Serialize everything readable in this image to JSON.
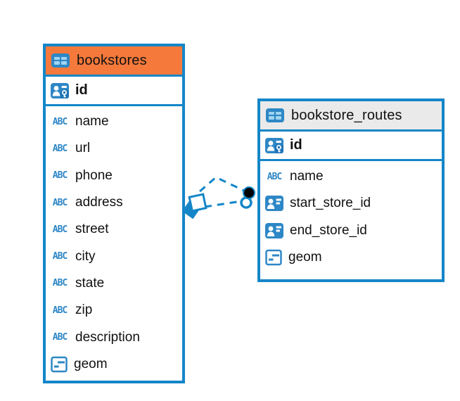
{
  "colors": {
    "accent_blue": "#1486c8",
    "icon_blue": "#2e87c6",
    "bookstores_header": "#f5793b",
    "routes_header": "#eaeaea",
    "relationship_line": "#1486c8",
    "text": "#111111"
  },
  "icons": {
    "text_glyph": "ABC"
  },
  "tables": [
    {
      "name": "bookstores",
      "pk": {
        "name": "id",
        "type": "primary-key"
      },
      "columns": [
        {
          "name": "name",
          "type": "text"
        },
        {
          "name": "url",
          "type": "text"
        },
        {
          "name": "phone",
          "type": "text"
        },
        {
          "name": "address",
          "type": "text"
        },
        {
          "name": "street",
          "type": "text"
        },
        {
          "name": "city",
          "type": "text"
        },
        {
          "name": "state",
          "type": "text"
        },
        {
          "name": "zip",
          "type": "text"
        },
        {
          "name": "description",
          "type": "text"
        },
        {
          "name": "geom",
          "type": "geometry"
        }
      ]
    },
    {
      "name": "bookstore_routes",
      "pk": {
        "name": "id",
        "type": "primary-key"
      },
      "columns": [
        {
          "name": "name",
          "type": "text"
        },
        {
          "name": "start_store_id",
          "type": "reference"
        },
        {
          "name": "end_store_id",
          "type": "reference"
        },
        {
          "name": "geom",
          "type": "geometry"
        }
      ]
    }
  ],
  "relationship": {
    "from_table": "bookstores",
    "to_table": "bookstore_routes",
    "line_style": "dashed",
    "line_color": "#1486c8"
  }
}
